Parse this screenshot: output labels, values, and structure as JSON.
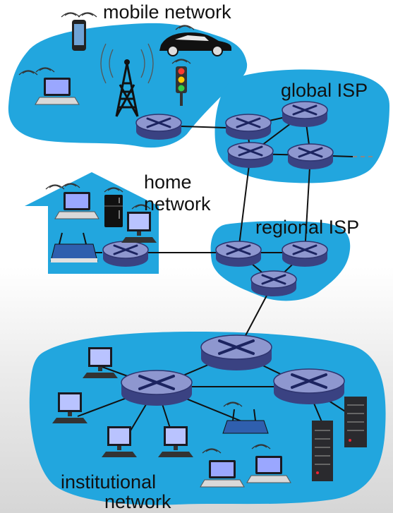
{
  "labels": {
    "mobile": "mobile network",
    "global": "global ISP",
    "home_line1": "home",
    "home_line2": "network",
    "regional": "regional ISP",
    "inst_line1": "institutional",
    "inst_line2": "network"
  },
  "colors": {
    "network_fill": "#22a6de",
    "router_body": "#7d86bf",
    "router_edge": "#2f3570",
    "router_x": "#1c2460",
    "link": "#111111"
  },
  "icons": [
    "smartphone-icon",
    "car-icon",
    "cell-tower-icon",
    "traffic-light-icon",
    "laptop-icon",
    "wifi-router-icon",
    "fridge-icon",
    "desktop-pc-icon",
    "server-icon",
    "router-icon"
  ]
}
